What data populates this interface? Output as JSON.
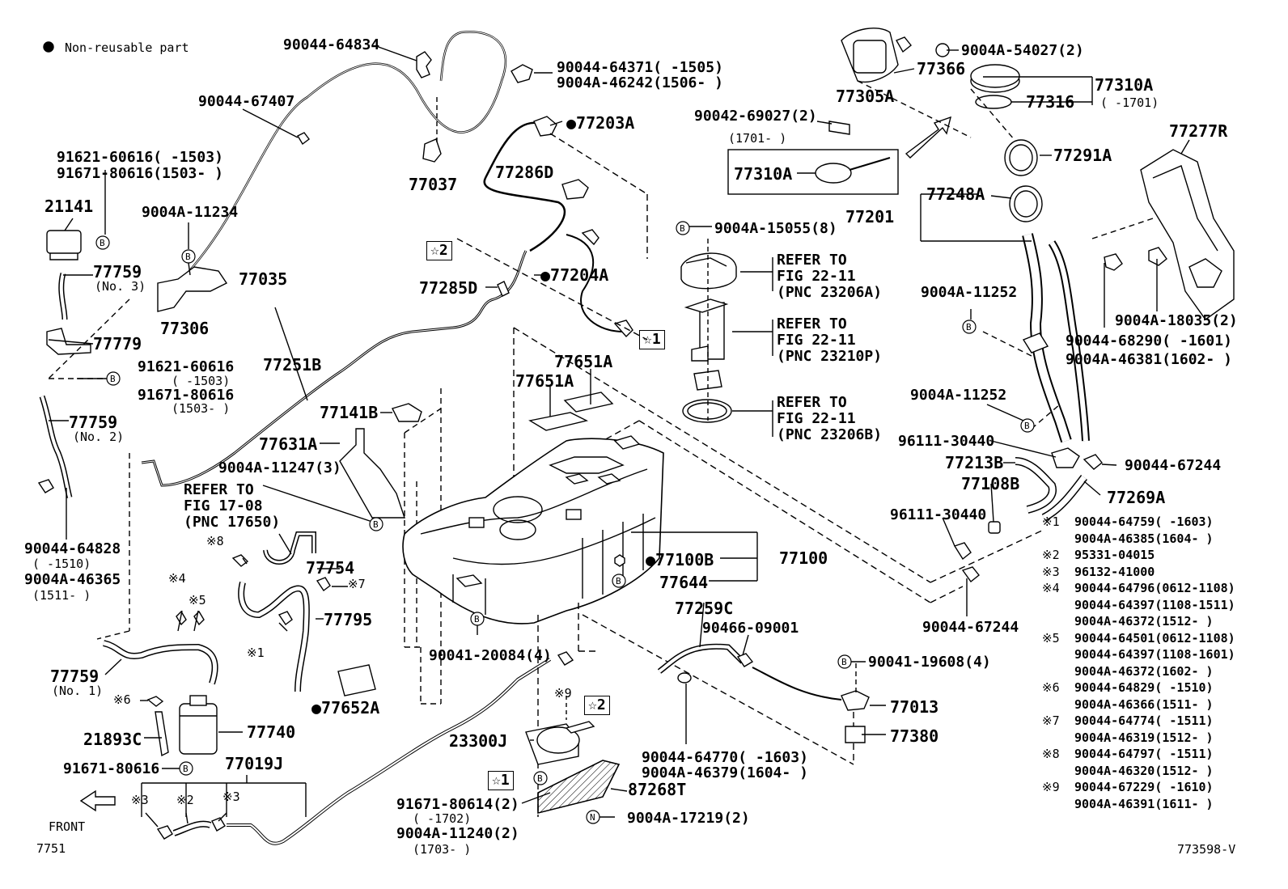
{
  "legend": {
    "symbol": "●",
    "text": "Non-reusable part"
  },
  "labels": {
    "p90044_64834": "90044-64834",
    "p90044_64371": "90044-64371(     -1505)",
    "p9004A_46242": "9004A-46242(1506-     )",
    "p90044_67407": "90044-67407",
    "p77203A": "●77203A",
    "p77037": "77037",
    "p77286D": "77286D",
    "p91621_60616a": "91621-60616(     -1503)",
    "p91671_80616a": "91671-80616(1503-     )",
    "p21141": "21141",
    "p9004A_11234": "9004A-11234",
    "p77035": "77035",
    "p77759_3": "77759",
    "p77759_3n": "(No. 3)",
    "p77306": "77306",
    "p77779": "77779",
    "p91621_60616b": "91621-60616",
    "p91621_60616b2": "(     -1503)",
    "p91671_80616b": "91671-80616",
    "p91671_80616b2": "(1503-     )",
    "p77251B": "77251B",
    "star2a": "☆2",
    "p77285D": "77285D",
    "p77204A": "●77204A",
    "star1a": "☆1",
    "p77759_2": "77759",
    "p77759_2n": "(No. 2)",
    "p77141B": "77141B",
    "p77651A_1": "77651A",
    "p77651A_2": "77651A",
    "p77631A": "77631A",
    "p9004A_11247": "9004A-11247(3)",
    "refer17_1": "REFER TO",
    "refer17_2": "FIG 17-08",
    "refer17_3": "(PNC 17650)",
    "x8a": "※8",
    "p77754": "77754",
    "p90044_64828": "90044-64828",
    "p90044_64828b": "(     -1510)",
    "p9004A_46365": "9004A-46365",
    "p9004A_46365b": "(1511-     )",
    "x4a": "※4",
    "x5a": "※5",
    "x7a": "※7",
    "p77795": "77795",
    "x1a": "※1",
    "p77759_1": "77759",
    "p77759_1n": "(No. 1)",
    "x6a": "※6",
    "p77740": "77740",
    "p21893C": "21893C",
    "p91671_80616c": "91671-80616",
    "p77019J": "77019J",
    "x3a": "※3",
    "x2a": "※2",
    "x3b": "※3",
    "front": "FRONT",
    "code_left": "7751",
    "p77652A": "●77652A",
    "p90041_20084": "90041-20084(4)",
    "x9a": "※9",
    "star2b": "☆2",
    "p23300J": "23300J",
    "star1b": "☆1",
    "p87268T": "87268T",
    "p91671_80614": "91671-80614(2)",
    "p91671_80614b": "(     -1702)",
    "p9004A_11240": "9004A-11240(2)",
    "p9004A_11240b": "(1703-     )",
    "p9004A_17219": "9004A-17219(2)",
    "p77100B": "●77100B",
    "p77644": "77644",
    "p77100": "77100",
    "p77259C": "77259C",
    "p90466_09001": "90466-09001",
    "p90044_64770": "90044-64770(     -1603)",
    "p9004A_46379": "9004A-46379(1604-     )",
    "p90041_19608": "90041-19608(4)",
    "p77013": "77013",
    "p77380": "77380",
    "p9004A_15055": "9004A-15055(8)",
    "ref1_1": "REFER TO",
    "ref1_2": "FIG 22-11",
    "ref1_3": "(PNC 23206A)",
    "ref2_1": "REFER TO",
    "ref2_2": "FIG 22-11",
    "ref2_3": "(PNC 23210P)",
    "ref3_1": "REFER TO",
    "ref3_2": "FIG 22-11",
    "ref3_3": "(PNC 23206B)",
    "p77305A": "77305A",
    "p77366": "77366",
    "p9004A_54027": "9004A-54027(2)",
    "p77310A": "77310A",
    "p77310A_b": "(     -1701)",
    "p77316": "77316",
    "p90042_69027": "90042-69027(2)",
    "p1701": "(1701-     )",
    "p77310A_box": "77310A",
    "p77291A": "77291A",
    "p77277R": "77277R",
    "p77248A": "77248A",
    "p77201": "77201",
    "p9004A_11252a": "9004A-11252",
    "p90044_68290": "90044-68290(     -1601)",
    "p9004A_46381": "9004A-46381(1602-     )",
    "p9004A_18035": "9004A-18035(2)",
    "p9004A_11252b": "9004A-11252",
    "p96111_30440a": "96111-30440",
    "p90044_67244a": "90044-67244",
    "p77213B": "77213B",
    "p77108B": "77108B",
    "p77269A": "77269A",
    "p96111_30440b": "96111-30440",
    "p90044_67244b": "90044-67244",
    "code_right": "773598-V"
  },
  "notes": [
    {
      "mark": "※1",
      "lines": [
        "90044-64759(     -1603)",
        "9004A-46385(1604-     )"
      ]
    },
    {
      "mark": "※2",
      "lines": [
        "95331-04015"
      ]
    },
    {
      "mark": "※3",
      "lines": [
        "96132-41000"
      ]
    },
    {
      "mark": "※4",
      "lines": [
        "90044-64796(0612-1108)",
        "90044-64397(1108-1511)",
        "9004A-46372(1512-     )"
      ]
    },
    {
      "mark": "※5",
      "lines": [
        "90044-64501(0612-1108)",
        "90044-64397(1108-1601)",
        "9004A-46372(1602-     )"
      ]
    },
    {
      "mark": "※6",
      "lines": [
        "90044-64829(     -1510)",
        "9004A-46366(1511-     )"
      ]
    },
    {
      "mark": "※7",
      "lines": [
        "90044-64774(     -1511)",
        "9004A-46319(1512-     )"
      ]
    },
    {
      "mark": "※8",
      "lines": [
        "90044-64797(     -1511)",
        "9004A-46320(1512-     )"
      ]
    },
    {
      "mark": "※9",
      "lines": [
        "90044-67229(     -1610)",
        "9004A-46391(1611-     )"
      ]
    }
  ],
  "icons": {
    "circled_b": "circle-b-icon",
    "circled_n": "circle-n-icon",
    "front_arrow": "front-arrow-icon",
    "large_arrow": "direction-arrow-icon"
  }
}
